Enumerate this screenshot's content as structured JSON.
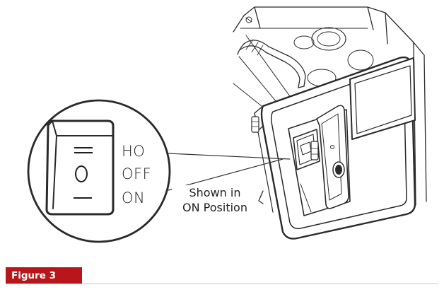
{
  "switch": {
    "symbols": [
      "=",
      "O",
      "—"
    ],
    "labels": {
      "ho": "HO",
      "off": "OFF",
      "on": "ON"
    }
  },
  "callout": {
    "line1": "Shown in",
    "line2": "ON Position"
  },
  "figure": {
    "label": "Figure 3",
    "accent_color": "#b8161a"
  }
}
